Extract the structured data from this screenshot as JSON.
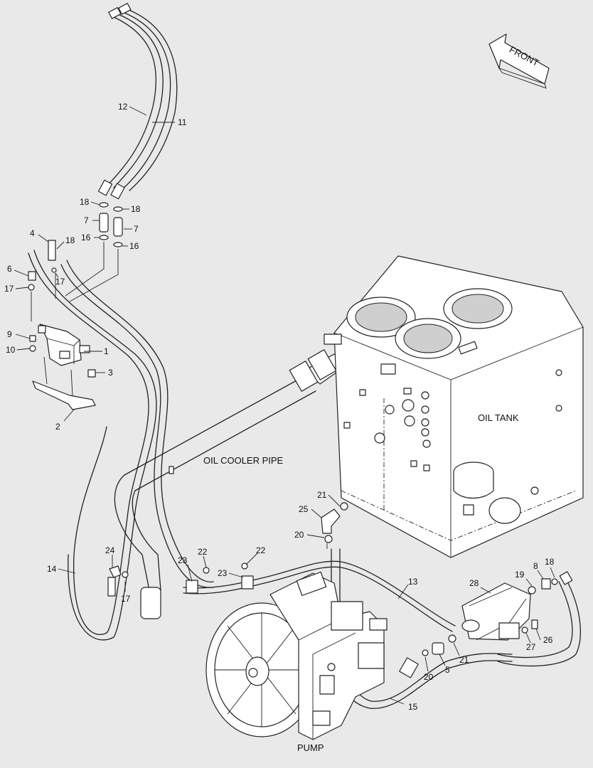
{
  "labels": {
    "front": "FRONT",
    "oil_tank": "OIL TANK",
    "oil_cooler_pipe": "OIL COOLER PIPE",
    "pump": "PUMP"
  },
  "callouts": [
    {
      "id": "c12",
      "text": "12"
    },
    {
      "id": "c11",
      "text": "11"
    },
    {
      "id": "c18a",
      "text": "18"
    },
    {
      "id": "c18b",
      "text": "18"
    },
    {
      "id": "c7a",
      "text": "7"
    },
    {
      "id": "c7b",
      "text": "7"
    },
    {
      "id": "c16a",
      "text": "16"
    },
    {
      "id": "c16b",
      "text": "16"
    },
    {
      "id": "c4",
      "text": "4"
    },
    {
      "id": "c18c",
      "text": "18"
    },
    {
      "id": "c6",
      "text": "6"
    },
    {
      "id": "c17a",
      "text": "17"
    },
    {
      "id": "c17b",
      "text": "17"
    },
    {
      "id": "c9",
      "text": "9"
    },
    {
      "id": "c10",
      "text": "10"
    },
    {
      "id": "c1",
      "text": "1"
    },
    {
      "id": "c3",
      "text": "3"
    },
    {
      "id": "c2",
      "text": "2"
    },
    {
      "id": "c21a",
      "text": "21"
    },
    {
      "id": "c25",
      "text": "25"
    },
    {
      "id": "c20a",
      "text": "20"
    },
    {
      "id": "c24",
      "text": "24"
    },
    {
      "id": "c14",
      "text": "14"
    },
    {
      "id": "c17c",
      "text": "17"
    },
    {
      "id": "c22a",
      "text": "22"
    },
    {
      "id": "c22b",
      "text": "22"
    },
    {
      "id": "c23a",
      "text": "23"
    },
    {
      "id": "c23b",
      "text": "23"
    },
    {
      "id": "c13",
      "text": "13"
    },
    {
      "id": "c28",
      "text": "28"
    },
    {
      "id": "c19",
      "text": "19"
    },
    {
      "id": "c8",
      "text": "8"
    },
    {
      "id": "c18d",
      "text": "18"
    },
    {
      "id": "c26",
      "text": "26"
    },
    {
      "id": "c27",
      "text": "27"
    },
    {
      "id": "c21b",
      "text": "21"
    },
    {
      "id": "c5",
      "text": "5"
    },
    {
      "id": "c20b",
      "text": "20"
    },
    {
      "id": "c15",
      "text": "15"
    }
  ]
}
